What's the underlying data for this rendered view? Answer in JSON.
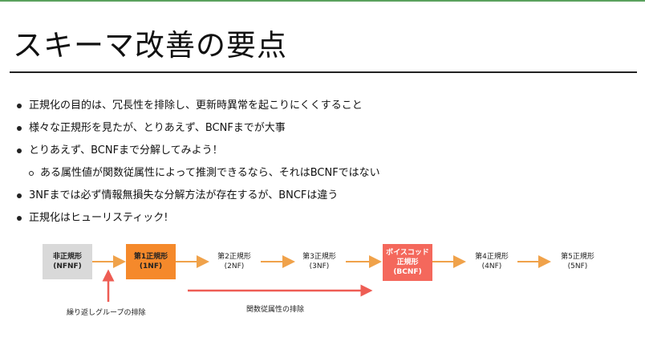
{
  "slide": {
    "title": "スキーマ改善の要点",
    "bullets": [
      {
        "text": "正規化の目的は、冗長性を排除し、更新時異常を起こりにくくすること",
        "level": 1
      },
      {
        "text": "様々な正規形を見たが、とりあえず、BCNFまでが大事",
        "level": 1
      },
      {
        "text": "とりあえず、BCNFまで分解してみよう！",
        "level": 1
      },
      {
        "text": "ある属性値が関数従属性によって推測できるなら、それはBCNFではない",
        "level": 2
      },
      {
        "text": "3NFまでは必ず情報無損失な分解方法が存在するが、BNCFは違う",
        "level": 1
      },
      {
        "text": "正規化はヒューリスティック!",
        "level": 1
      }
    ]
  },
  "diagram": {
    "nodes": [
      {
        "line1": "非正規形",
        "line2": "(NFNF)"
      },
      {
        "line1": "第1正規形",
        "line2": "(1NF)"
      },
      {
        "line1": "第2正規形",
        "line2": "(2NF)"
      },
      {
        "line1": "第3正規形",
        "line2": "(3NF)"
      },
      {
        "line1": "ボイスコッド",
        "line2": "正規形",
        "line3": "(BCNF)"
      },
      {
        "line1": "第4正規形",
        "line2": "(4NF)"
      },
      {
        "line1": "第5正規形",
        "line2": "(5NF)"
      }
    ],
    "labels": {
      "repeating_groups": "繰り返しグループの排除",
      "functional_dependency": "関数従属性の排除"
    },
    "colors": {
      "gray_box": "#d9d9d9",
      "orange_box": "#f5892b",
      "red_box": "#f4685c",
      "arrow_orange": "#f0a24a",
      "arrow_red": "#ee5d54"
    }
  }
}
